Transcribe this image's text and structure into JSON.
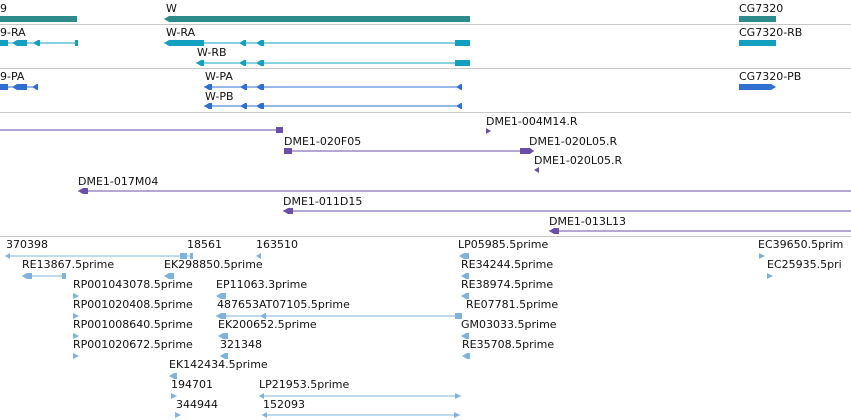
{
  "colors": {
    "gene": "#2e8b8b",
    "transcript_ra": "#13a0c0",
    "protein": "#2f6fd0",
    "clone": "#6a4fa8",
    "est": "#7fb3db",
    "track_line": "#c8c8c8"
  },
  "tracks": {
    "gene": {
      "features": [
        {
          "label": "9"
        },
        {
          "label": "W"
        },
        {
          "label": "CG7320"
        }
      ]
    },
    "transcripts": {
      "features": [
        {
          "label": "9-RA"
        },
        {
          "label": "W-RA"
        },
        {
          "label": "W-RB"
        },
        {
          "label": "CG7320-RB"
        }
      ]
    },
    "proteins": {
      "features": [
        {
          "label": "9-PA"
        },
        {
          "label": "W-PA"
        },
        {
          "label": "W-PB"
        },
        {
          "label": "CG7320-PB"
        }
      ]
    },
    "clones": {
      "features": [
        {
          "label": "DME1-004M14.R"
        },
        {
          "label": "DME1-020F05"
        },
        {
          "label": "DME1-020L05.R"
        },
        {
          "label": "DME1-020L05.R"
        },
        {
          "label": "DME1-017M04"
        },
        {
          "label": "DME1-011D15"
        },
        {
          "label": "DME1-013L13"
        }
      ]
    },
    "ests": {
      "features": [
        {
          "label": "370398"
        },
        {
          "label": "18561"
        },
        {
          "label": "163510"
        },
        {
          "label": "LP05985.5prime"
        },
        {
          "label": "EC39650.5prim"
        },
        {
          "label": "RE13867.5prime"
        },
        {
          "label": "EK298850.5prime"
        },
        {
          "label": "RE34244.5prime"
        },
        {
          "label": "EC25935.5pri"
        },
        {
          "label": "RP001043078.5prime"
        },
        {
          "label": "EP11063.3prime"
        },
        {
          "label": "RE38974.5prime"
        },
        {
          "label": "RP001020408.5prime"
        },
        {
          "label": "487653AT07105.5prime"
        },
        {
          "label": "RE07781.5prime"
        },
        {
          "label": "RP001008640.5prime"
        },
        {
          "label": "EK200652.5prime"
        },
        {
          "label": "GM03033.5prime"
        },
        {
          "label": "RP001020672.5prime"
        },
        {
          "label": "321348"
        },
        {
          "label": "RE35708.5prime"
        },
        {
          "label": "EK142434.5prime"
        },
        {
          "label": "194701"
        },
        {
          "label": "LP21953.5prime"
        },
        {
          "label": "344944"
        },
        {
          "label": "152093"
        }
      ]
    }
  }
}
